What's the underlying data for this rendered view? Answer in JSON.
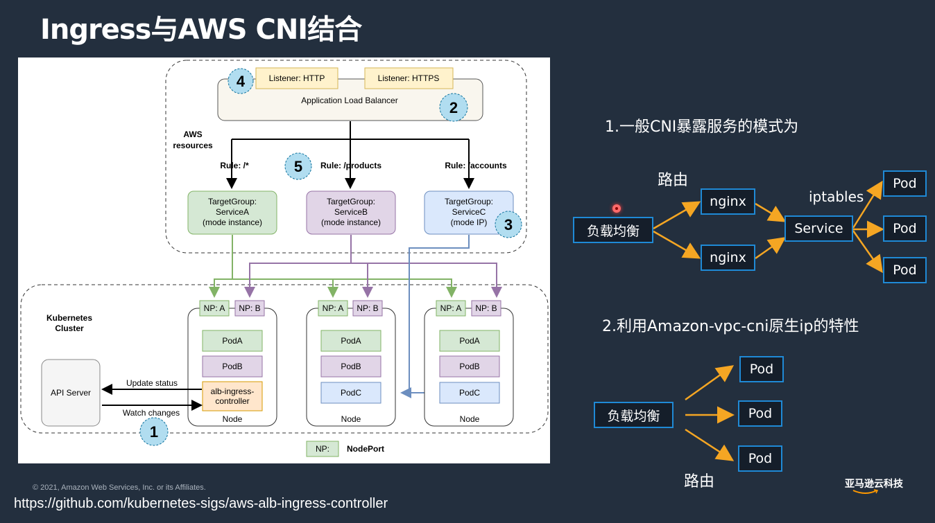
{
  "slide_title": "Ingress与AWS CNI结合",
  "diagram": {
    "listener_http": "Listener: HTTP",
    "listener_https": "Listener: HTTPS",
    "alb": "Application Load Balancer",
    "aws_resources_line1": "AWS",
    "aws_resources_line2": "resources",
    "rule_root": "Rule: /*",
    "rule_products": "Rule: /products",
    "rule_accounts": "Rule: /accounts",
    "tg_a": [
      "TargetGroup:",
      "ServiceA",
      "(mode instance)"
    ],
    "tg_b": [
      "TargetGroup:",
      "ServiceB",
      "(mode instance)"
    ],
    "tg_c": [
      "TargetGroup:",
      "ServiceC",
      "(mode IP)"
    ],
    "k8s_line1": "Kubernetes",
    "k8s_line2": "Cluster",
    "np_a": "NP: A",
    "np_b": "NP: B",
    "pod_a": "PodA",
    "pod_b": "PodB",
    "pod_c": "PodC",
    "alb_controller": [
      "alb-ingress-",
      "controller"
    ],
    "node": "Node",
    "api_server": "API Server",
    "update_status": "Update status",
    "watch_changes": "Watch changes",
    "legend_np": "NP:",
    "legend_nodeport": "NodePort",
    "badges": [
      "1",
      "2",
      "3",
      "4",
      "5"
    ]
  },
  "copyright": "© 2021, Amazon Web Services, Inc. or its Affiliates.",
  "url": "https://github.com/kubernetes-sigs/aws-alb-ingress-controller",
  "right": {
    "heading1": "1.一般CNI暴露服务的模式为",
    "heading2": "2.利用Amazon-vpc-cni原生ip的特性",
    "route_label": "路由",
    "iptables_label": "iptables",
    "lb": "负载均衡",
    "nginx": "nginx",
    "service": "Service",
    "pod": "Pod",
    "route_label2": "路由"
  },
  "brand": "亚马逊云科技",
  "colors": {
    "background": "#232f3e",
    "box_border": "#1f8ad6",
    "arrow": "#f5a623",
    "green_line": "#82b366",
    "purple_line": "#9673a6",
    "blue_line": "#6c8ebf",
    "badge_fill": "#b1ddf0"
  }
}
